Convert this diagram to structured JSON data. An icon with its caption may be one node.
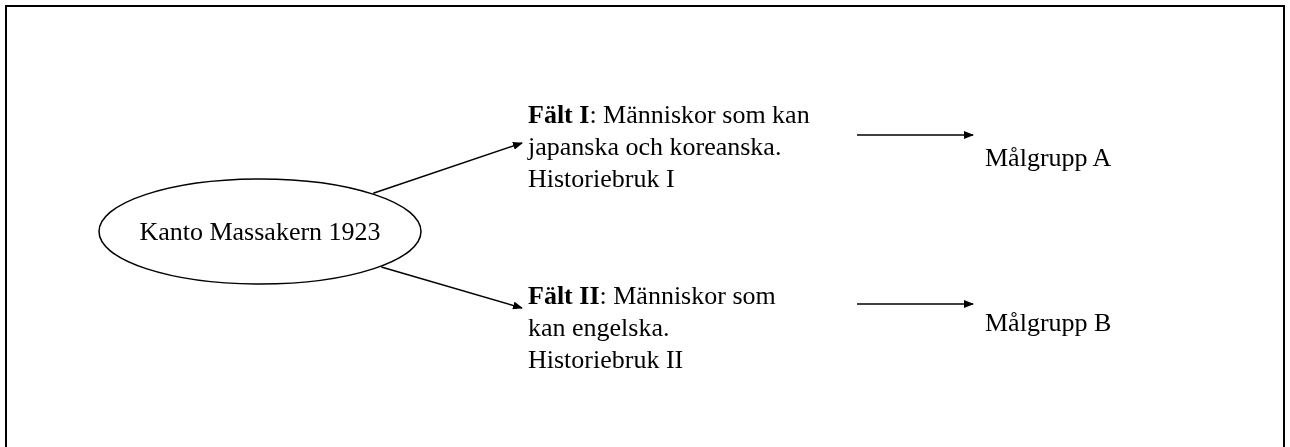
{
  "diagram": {
    "nodes": [
      {
        "text": [
          "Kanto Massakern 1923"
        ]
      },
      {
        "text": [
          "**Fält I**: Människor som kan japanska och koreanska.",
          "Historiebruk I"
        ]
      },
      {
        "text": [
          "**Fält II**: Människor som kan engelska.",
          "Historiebruk II"
        ]
      },
      {
        "text": [
          "Målgrupp A"
        ]
      },
      {
        "text": [
          "Målgrupp B"
        ]
      }
    ],
    "edges": [
      {
        "from": 0,
        "to": 1,
        "arrow": "to"
      },
      {
        "from": 0,
        "to": 2,
        "arrow": "to"
      },
      {
        "from": 1,
        "to": 3,
        "arrow": "to"
      },
      {
        "from": 2,
        "to": 4,
        "arrow": "to"
      }
    ]
  }
}
